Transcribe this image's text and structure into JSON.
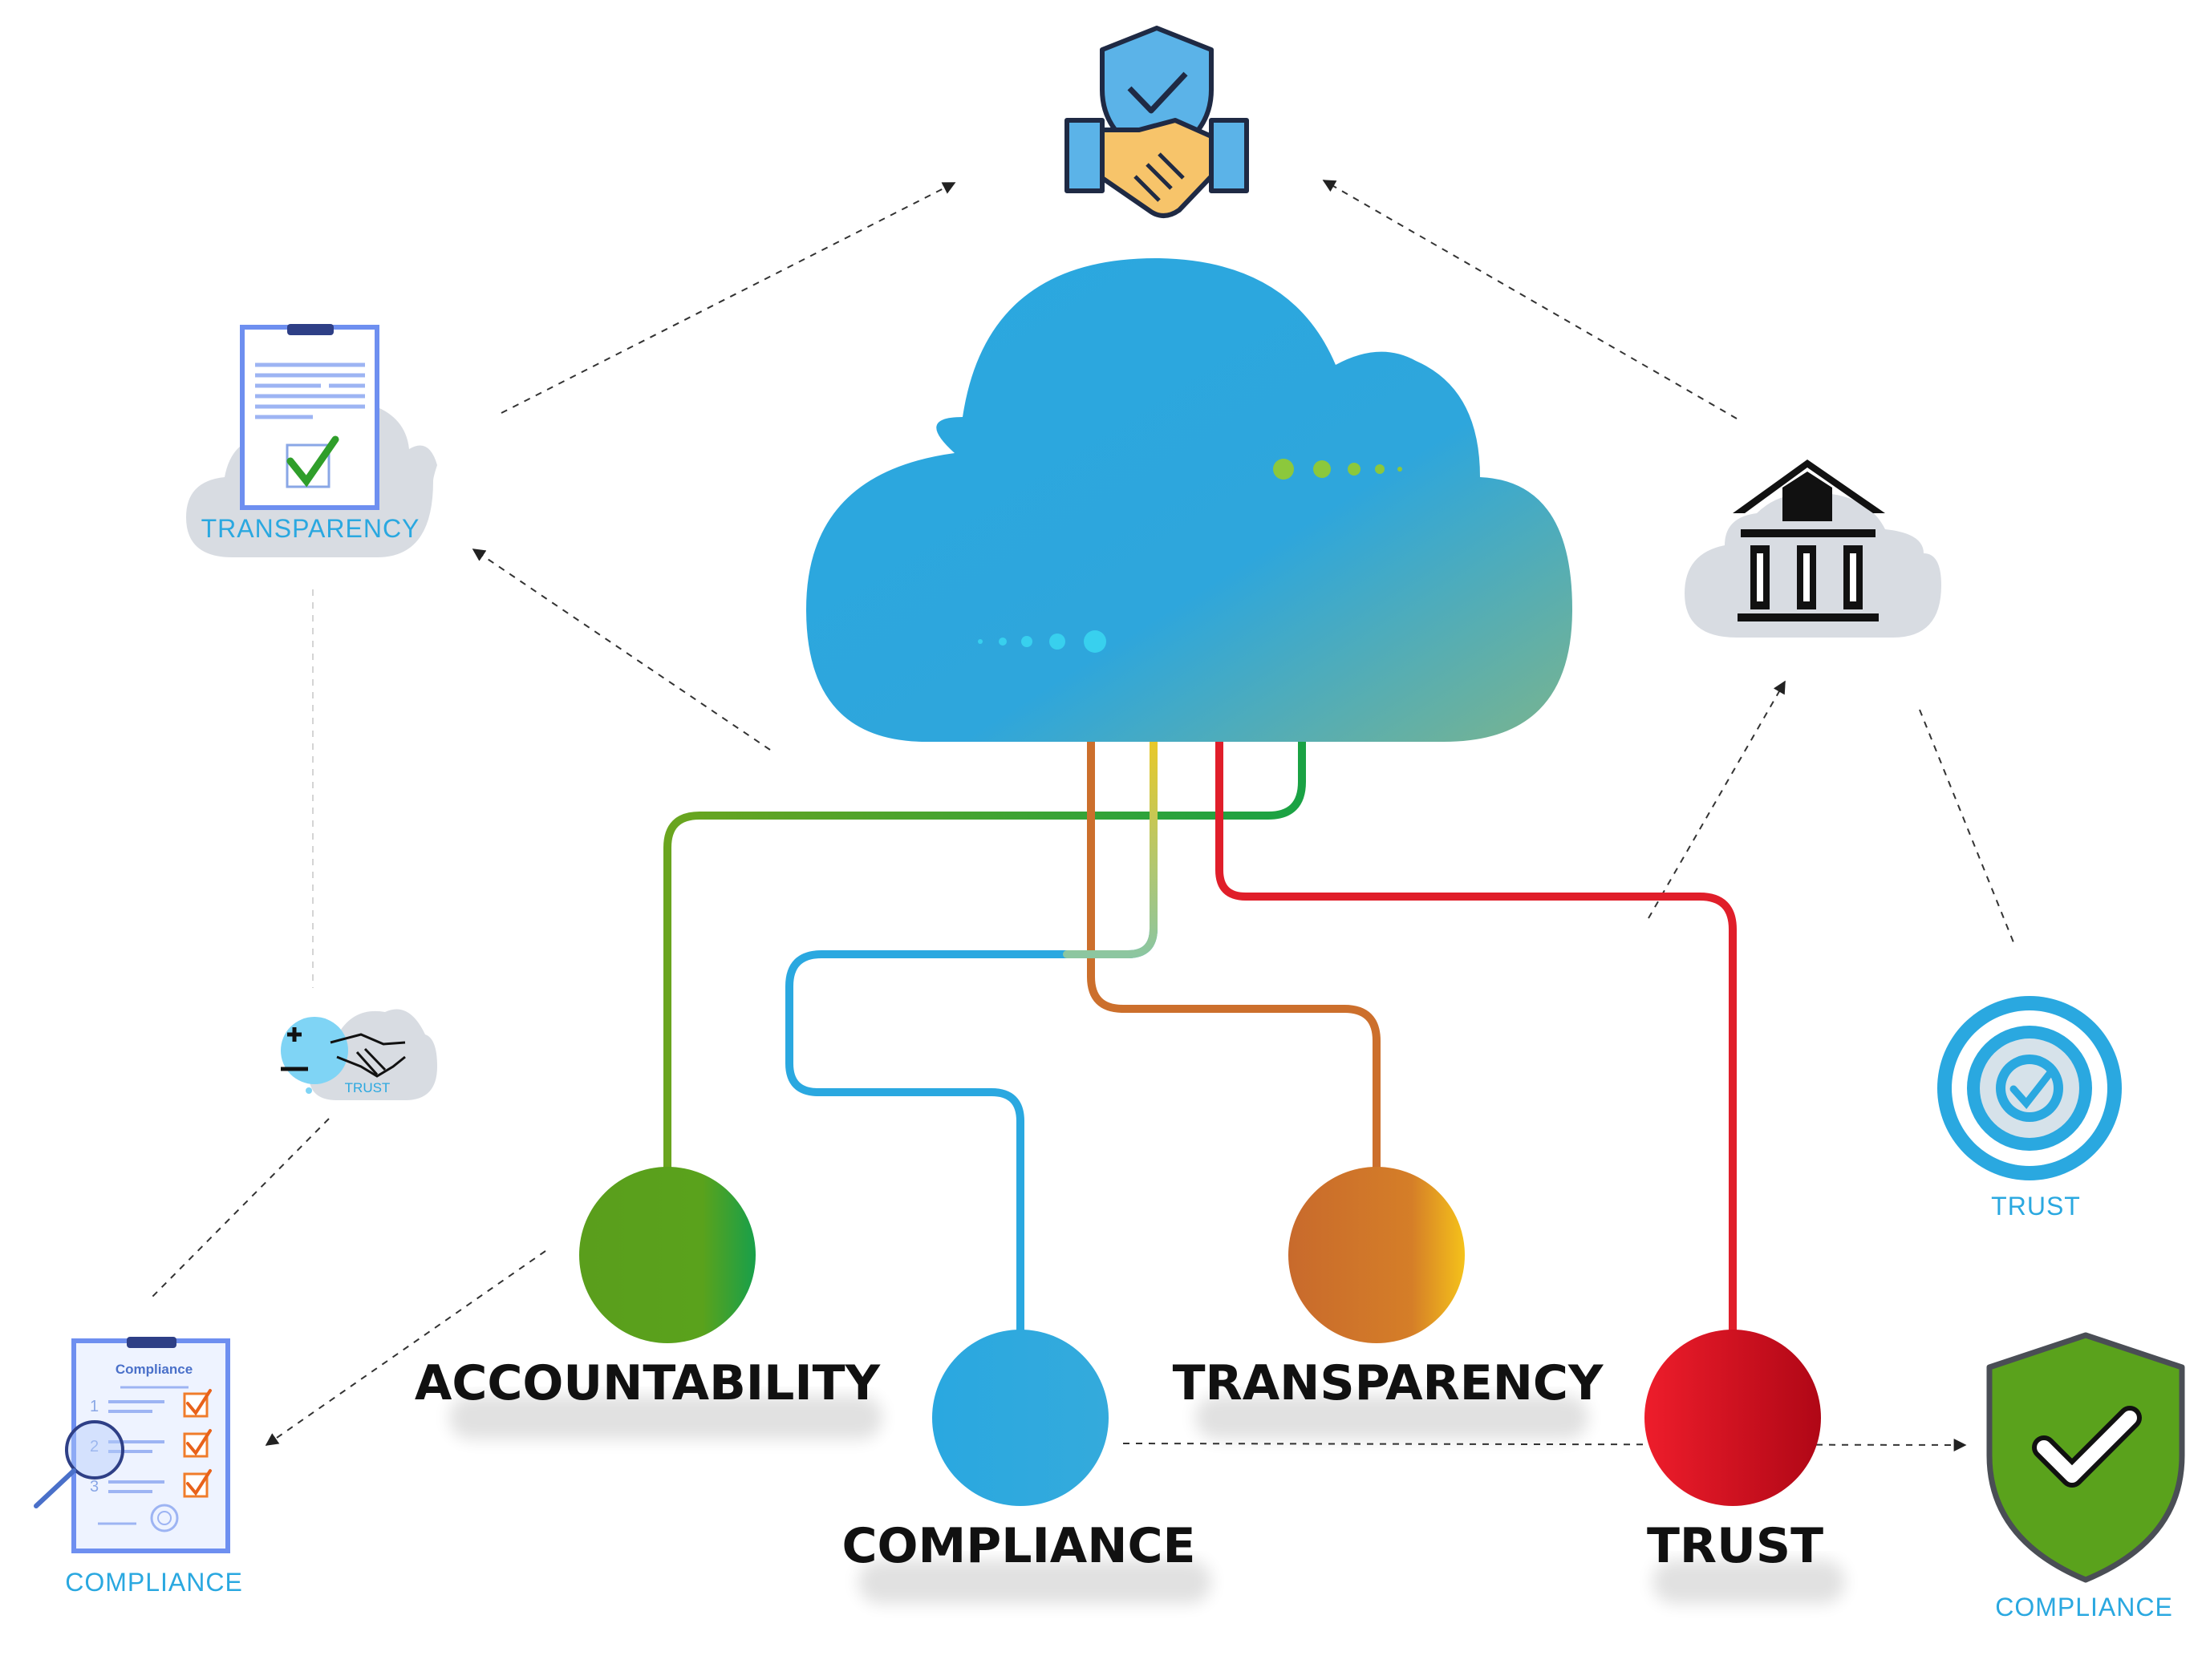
{
  "nodes": {
    "accountability": {
      "label": "ACCOUNTABILITY"
    },
    "compliance": {
      "label": "COMPLIANCE"
    },
    "transparency": {
      "label": "TRANSPARENCY"
    },
    "trust": {
      "label": "TRUST"
    }
  },
  "satellites": {
    "transparency_doc": {
      "label": "TRANSPARENCY"
    },
    "handshake_cloud": {
      "label": "TRUST"
    },
    "compliance_doc": {
      "label": "COMPLIANCE",
      "doc_title": "Compliance",
      "items": [
        "1",
        "2",
        "3"
      ]
    },
    "target_badge": {
      "label": "TRUST"
    },
    "shield_badge": {
      "label": "COMPLIANCE"
    }
  },
  "colors": {
    "cloud": "#2aa8e0",
    "green": "#5aa21c",
    "blue": "#2aa8e0",
    "orange": "#cc6f2c",
    "red": "#e01e2a",
    "yellow": "#e8c82a"
  }
}
